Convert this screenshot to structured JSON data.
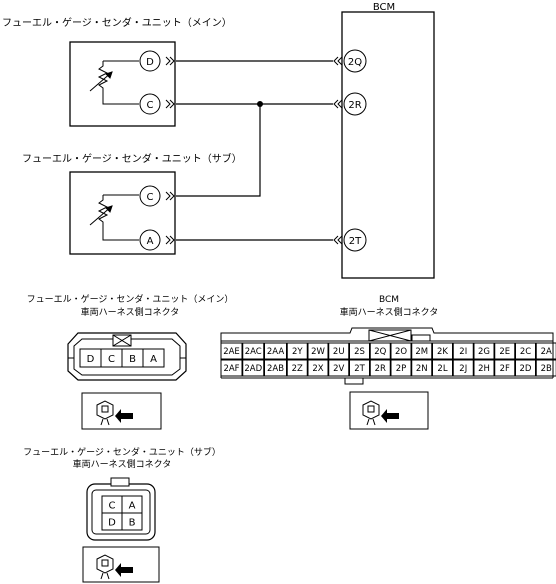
{
  "labels": {
    "bcm_title": "BCM",
    "main_unit_title": "フューエル・ゲージ・センダ・ユニット（メイン）",
    "sub_unit_title": "フューエル・ゲージ・センダ・ユニット（サブ）",
    "harness_label": "車両ハーネス側コネクタ",
    "bcm_connector_title": "BCM"
  },
  "wiring": {
    "main_pins": [
      "D",
      "C"
    ],
    "sub_pins": [
      "C",
      "A"
    ],
    "bcm_pins": [
      "2Q",
      "2R",
      "2T"
    ]
  },
  "main_connector": {
    "cells": [
      "D",
      "C",
      "B",
      "A"
    ]
  },
  "sub_connector": {
    "cells": [
      "C",
      "A",
      "D",
      "B"
    ]
  },
  "bcm_connector": {
    "row_top": [
      "2AE",
      "2AC",
      "2AA",
      "2Y",
      "2W",
      "2U",
      "2S",
      "2Q",
      "2O",
      "2M",
      "2K",
      "2I",
      "2G",
      "2E",
      "2C",
      "2A"
    ],
    "row_bottom": [
      "2AF",
      "2AD",
      "2AB",
      "2Z",
      "2X",
      "2V",
      "2T",
      "2R",
      "2P",
      "2N",
      "2L",
      "2J",
      "2H",
      "2F",
      "2D",
      "2B"
    ]
  },
  "colors": {
    "line": "#000000",
    "background": "#ffffff"
  }
}
